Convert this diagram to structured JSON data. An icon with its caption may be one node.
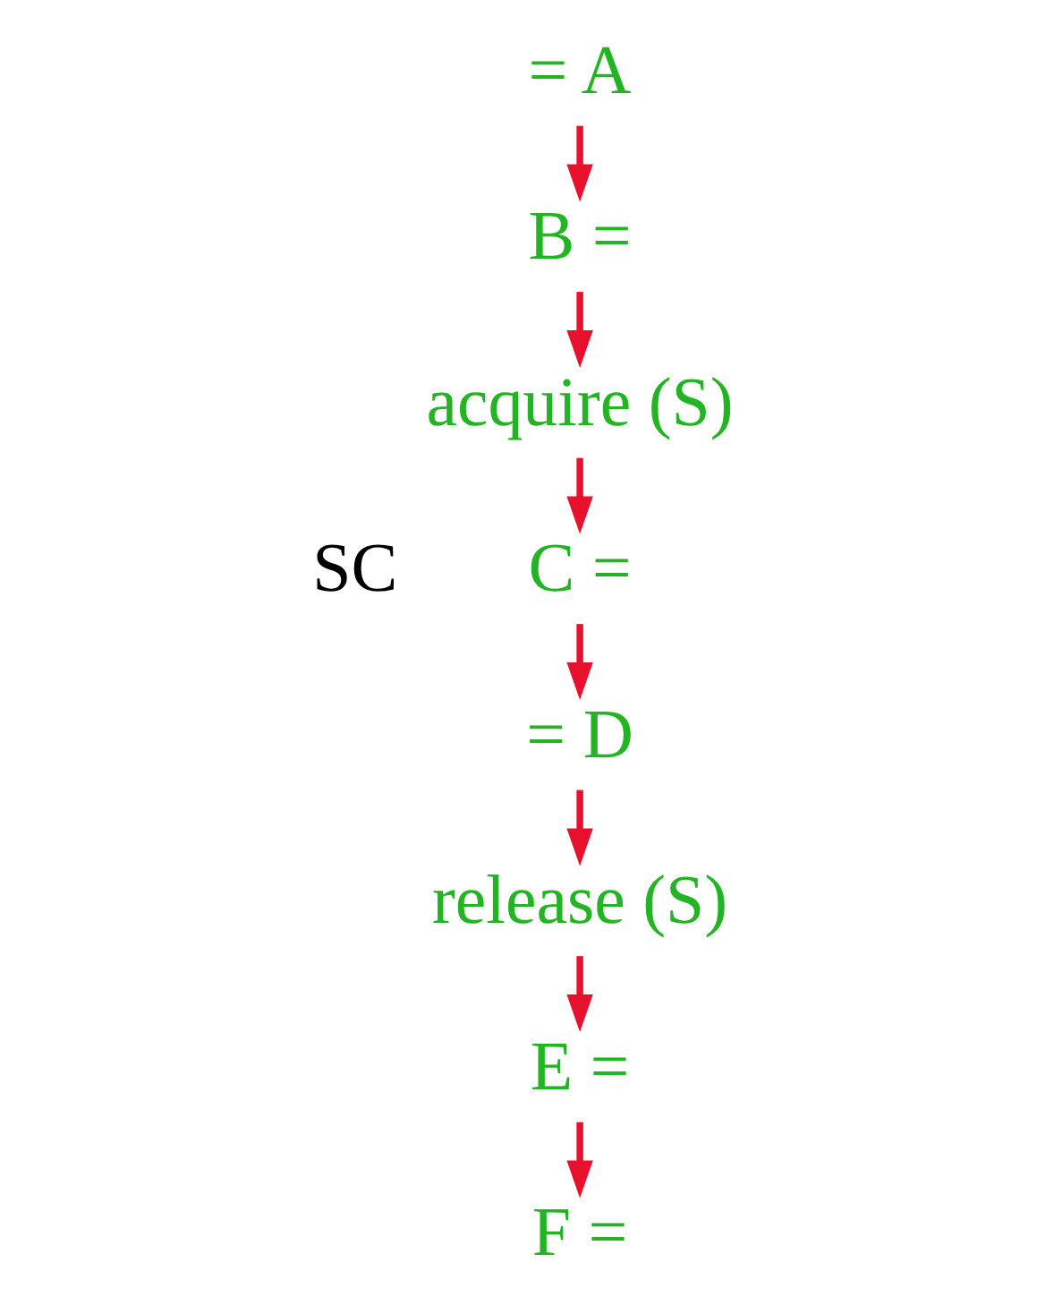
{
  "diagram": {
    "nodes": [
      {
        "text": [
          "= A"
        ]
      },
      {
        "text": [
          "B ="
        ]
      },
      {
        "text": [
          "acquire (S)"
        ]
      },
      {
        "text": [
          "C ="
        ]
      },
      {
        "text": [
          "= D"
        ]
      },
      {
        "text": [
          "release (S)"
        ]
      },
      {
        "text": [
          "E ="
        ]
      },
      {
        "text": [
          "F ="
        ]
      }
    ],
    "edges": [
      {
        "from": 0,
        "to": 1,
        "arrow": "to"
      },
      {
        "from": 1,
        "to": 2,
        "arrow": "to"
      },
      {
        "from": 2,
        "to": 3,
        "arrow": "to"
      },
      {
        "from": 3,
        "to": 4,
        "arrow": "to"
      },
      {
        "from": 4,
        "to": 5,
        "arrow": "to"
      },
      {
        "from": 5,
        "to": 6,
        "arrow": "to"
      },
      {
        "from": 6,
        "to": 7,
        "arrow": "to"
      }
    ],
    "labels": [
      "SC"
    ]
  }
}
